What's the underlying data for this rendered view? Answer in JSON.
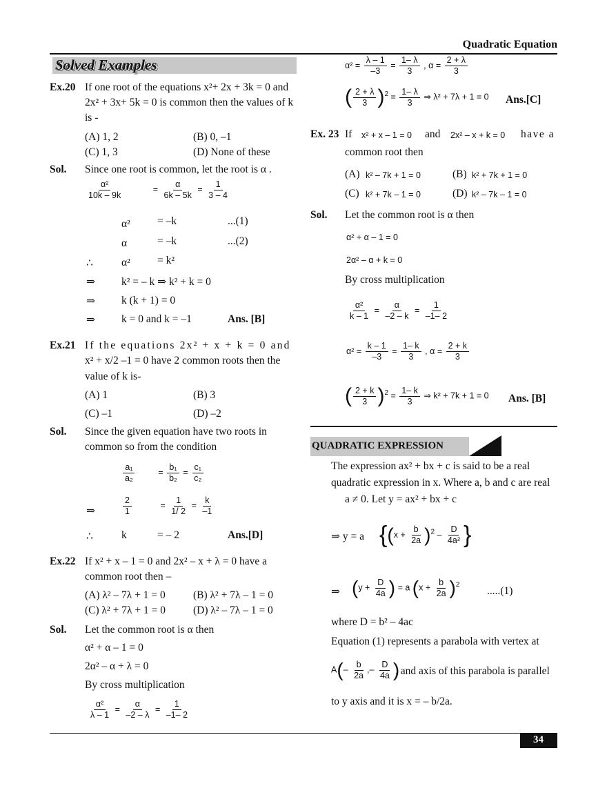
{
  "header": {
    "title": "Quadratic Equation"
  },
  "footer": {
    "page_number": "34"
  },
  "left": {
    "section_title": "Solved Examples",
    "ex20": {
      "label": "Ex.20",
      "q1": "If one root of the equations x²+ 2x + 3k = 0 and",
      "q2": "2x² + 3x+ 5k = 0 is common then the values of k",
      "q3": "is -",
      "opt_a": "(A) 1, 2",
      "opt_b": "(B) 0, –1",
      "opt_c": "(C) 1, 3",
      "opt_d": "(D) None of these",
      "sol_label": "Sol.",
      "sol_text": "Since one root is common, let the root is α .",
      "f1_n": "α²",
      "f1_d": "10k – 9k",
      "f2_n": "α",
      "f2_d": "6k – 5k",
      "f3_n": "1",
      "f3_d": "3 – 4",
      "r1_l": "α²",
      "r1_m": "= –k",
      "r1_r": "...(1)",
      "r2_l": "α",
      "r2_m": "= –k",
      "r2_r": "...(2)",
      "r3_sym": "∴",
      "r3_l": "α²",
      "r3_m": "= k²",
      "r4_sym": "⇒",
      "r4": "k² = – k  ⇒ k² + k = 0",
      "r5_sym": "⇒",
      "r5": "k (k + 1) = 0",
      "r6_sym": "⇒",
      "r6": "k = 0 and k = –1",
      "ans": "Ans. [B]"
    },
    "ex21": {
      "label": "Ex.21",
      "q1": "If the equations 2x² + x + k = 0 and",
      "q2": "x² + x/2 –1 = 0 have 2 common roots then the",
      "q3": "value of k is-",
      "opt_a": "(A) 1",
      "opt_b": "(B) 3",
      "opt_c": "(C) –1",
      "opt_d": "(D) –2",
      "sol_label": "Sol.",
      "sol1": "Since the given equation have two roots in",
      "sol2": "common so from the condition",
      "a1": "a₁",
      "a2": "a₂",
      "b1": "b₁",
      "b2": "b₂",
      "c1": "c₁",
      "c2": "c₂",
      "imp": "⇒",
      "n2": "2",
      "d1": "1",
      "n1": "1",
      "d12": "1/ 2",
      "nk": "k",
      "dm1": "–1",
      "ther": "∴",
      "k": "k",
      "kval": "= – 2",
      "ans": "Ans.[D]"
    },
    "ex22": {
      "label": "Ex.22",
      "q1": "If x² + x – 1 = 0 and 2x² – x + λ = 0 have a",
      "q2": "common root then –",
      "opt_a": "(A) λ² – 7λ + 1 = 0",
      "opt_b": "(B) λ² + 7λ – 1 = 0",
      "opt_c": "(C) λ² + 7λ + 1 = 0",
      "opt_d": "(D) λ² – 7λ – 1 = 0",
      "sol_label": "Sol.",
      "s1": "Let the common root is α then",
      "s2": "α² + α – 1 = 0",
      "s3": "2α² – α + λ = 0",
      "s4": "By cross multiplication",
      "f1_n": "α²",
      "f1_d": "λ – 1",
      "f2_n": "α",
      "f2_d": "–2 – λ",
      "f3_n": "1",
      "f3_d": "–1– 2"
    }
  },
  "right": {
    "ex22c": {
      "a2": "α² =",
      "n1": "λ – 1",
      "d1": "–3",
      "n2": "1– λ",
      "d2": "3",
      "alpha": ", α =",
      "n3": "2 + λ",
      "d3": "3",
      "p_n": "2 + λ",
      "p_d": "3",
      "q_n": "1– λ",
      "q_d": "3",
      "result": "⇒ λ² + 7λ + 1 = 0",
      "ans": "Ans.[C]"
    },
    "ex23": {
      "label": "Ex. 23",
      "q_if": "If",
      "eq1": "x² + x – 1 = 0",
      "q_and": "and",
      "eq2": "2x² – x + k = 0",
      "q_have": "have a",
      "q2": "common root then",
      "opt_a_l": "(A)",
      "opt_a": "k² – 7k + 1 = 0",
      "opt_b_l": "(B)",
      "opt_b": "k² + 7k + 1 = 0",
      "opt_c_l": "(C)",
      "opt_c": "k² + 7k – 1 = 0",
      "opt_d_l": "(D)",
      "opt_d": "k² – 7k – 1 = 0",
      "sol_label": "Sol.",
      "s1": "Let the common root is α then",
      "e1": "α² + α – 1 = 0",
      "e2": "2α² – α + k = 0",
      "s4": "By cross multiplication",
      "f1_n": "α²",
      "f1_d": "k – 1",
      "f2_n": "α",
      "f2_d": "–2 – k",
      "f3_n": "1",
      "f3_d": "–1– 2",
      "g_a2": "α² =",
      "g1_n": "k – 1",
      "g1_d": "–3",
      "g2_n": "1– k",
      "g2_d": "3",
      "g_alpha": ", α =",
      "g3_n": "2 + k",
      "g3_d": "3",
      "h_n": "2 + k",
      "h_d": "3",
      "h2_n": "1– k",
      "h2_d": "3",
      "result": "⇒ k² + 7k + 1 = 0",
      "ans": "Ans. [B]"
    },
    "qexpr": {
      "title": "QUADRATIC EXPRESSION",
      "p1": "The expression ax² + bx + c is said to be a real",
      "p2": "quadratic expression in x. Where a, b and c are real",
      "p3": "a ≠ 0.  Let y = ax² + bx + c",
      "y1": "⇒ y =  a",
      "x_plus": "x +",
      "b": "b",
      "two_a": "2a",
      "minus": "–",
      "D": "D",
      "four_a2": "4a²",
      "imp": "⇒",
      "y_plus": "y +",
      "four_a": "4a",
      "eq_a": "= a",
      "x_plus2": "x +",
      "eq_num": ".....(1)",
      "where": "where D = b² – 4ac",
      "e1": "Equation (1) represents a parabola with vertex at",
      "A": "A",
      "neg": "–",
      "comma": ",–",
      "axis": ", and axis of this parabola is parallel",
      "last": "to y axis  and it is x = – b/2a."
    }
  }
}
